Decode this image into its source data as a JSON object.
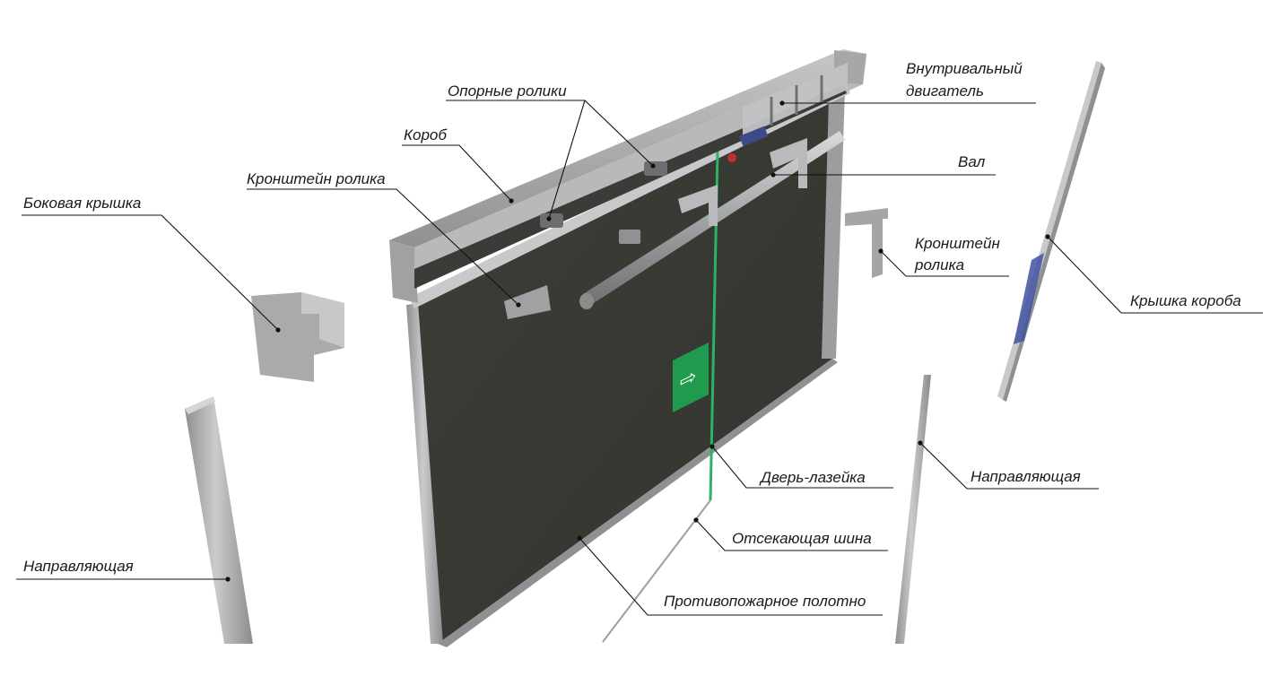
{
  "labels": {
    "support_rollers": "Опорные ролики",
    "inner_motor_line1": "Внутривальный",
    "inner_motor_line2": "двигатель",
    "box": "Короб",
    "shaft": "Вал",
    "roller_bracket_left": "Кронштейн ролика",
    "side_cover": "Боковая крышка",
    "roller_bracket_right_line1": "Кронштейн",
    "roller_bracket_right_line2": "ролика",
    "box_cover": "Крышка короба",
    "escape_door": "Дверь-лазейка",
    "guide_right": "Направляющая",
    "cutoff_bar": "Отсекающая шина",
    "guide_left": "Направляющая",
    "fire_curtain": "Противопожарное полотно"
  },
  "colors": {
    "curtain": "#3a3b34",
    "metal": "#a9abac",
    "metal_dark": "#7c7e80",
    "seam_green": "#2bb366",
    "exit_sign": "#1f9a4e",
    "leader": "#111111"
  }
}
